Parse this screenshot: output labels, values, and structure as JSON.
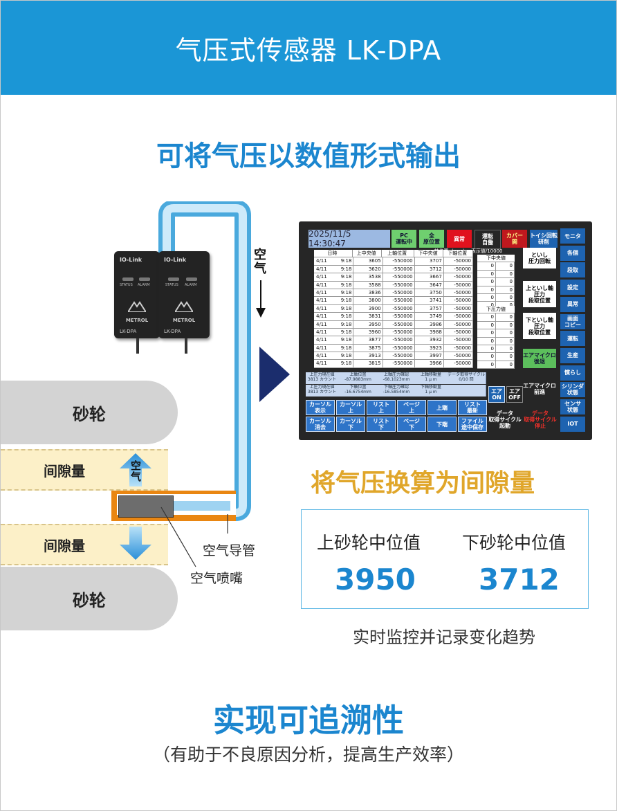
{
  "header": {
    "title": "气压式传感器 LK-DPA"
  },
  "headline_top": "可将气压以数值形式输出",
  "diagram": {
    "wheel_label": "砂轮",
    "gap_label": "间隙量",
    "air_label": "空气",
    "tube_label": "空气导管",
    "nozzle_label": "空气喷嘴",
    "sensor_brand": "IO-Link",
    "sensor_model": "LK-DPA",
    "sensor_mfr": "METROL",
    "sensor_led_status": "STATUS",
    "sensor_led_alarm": "ALARM"
  },
  "hmi": {
    "datetime": "2025/11/5 14:30:47",
    "top_buttons": [
      {
        "label": "PC\n運転中",
        "color": "#6fcf6f",
        "text": "#113"
      },
      {
        "label": "全\n原位置",
        "color": "#6fcf6f",
        "text": "#113"
      },
      {
        "label": "異常",
        "color": "#e0121e",
        "text": "#fff"
      },
      {
        "label": "運転\n自働",
        "color": "#262626",
        "text": "#fff"
      },
      {
        "label": "カバー\n開",
        "color": "#c0181e",
        "text": "#ff8"
      },
      {
        "label": "トイシ回転\n研削",
        "color": "#1e63b0",
        "text": "#fff"
      }
    ],
    "side_buttons": [
      "モニタ",
      "各個",
      "段取",
      "設定",
      "異常",
      "画面\nコピー",
      "運転",
      "生産",
      "慣らし",
      "シリンダ\n状態",
      "センサ\n状態",
      "IOT"
    ],
    "table_title": "軸位置（mm）- 表示値/10000",
    "table_headers": [
      "日時",
      "上中央値",
      "上軸位置",
      "下中央値",
      "下軸位置"
    ],
    "table_rows": [
      [
        "4/11",
        "9:18",
        "3605",
        "-550000",
        "3707",
        "-50000"
      ],
      [
        "4/11",
        "9:18",
        "3620",
        "-550000",
        "3712",
        "-50000"
      ],
      [
        "4/11",
        "9:18",
        "3538",
        "-550000",
        "3667",
        "-50000"
      ],
      [
        "4/11",
        "9:18",
        "3588",
        "-550000",
        "3647",
        "-50000"
      ],
      [
        "4/11",
        "9:18",
        "3836",
        "-550000",
        "3750",
        "-50000"
      ],
      [
        "4/11",
        "9:18",
        "3800",
        "-550000",
        "3741",
        "-50000"
      ],
      [
        "4/11",
        "9:18",
        "3900",
        "-550000",
        "3757",
        "-50000"
      ],
      [
        "4/11",
        "9:18",
        "3831",
        "-550000",
        "3749",
        "-50000"
      ],
      [
        "4/11",
        "9:18",
        "3950",
        "-550000",
        "3986",
        "-50000"
      ],
      [
        "4/11",
        "9:18",
        "3960",
        "-550000",
        "3988",
        "-50000"
      ],
      [
        "4/11",
        "9:18",
        "3877",
        "-550000",
        "3932",
        "-50000"
      ],
      [
        "4/11",
        "9:18",
        "3875",
        "-550000",
        "3923",
        "-50000"
      ],
      [
        "4/11",
        "9:18",
        "3913",
        "-550000",
        "3997",
        "-50000"
      ],
      [
        "4/11",
        "9:18",
        "3815",
        "-550000",
        "3966",
        "-50000"
      ]
    ],
    "mini_upper_title": "下中央値",
    "mini_lower_title": "下圧力値",
    "mini_upper_values": [
      "0",
      "0",
      "0",
      "0",
      "0",
      "0",
      "0",
      "0"
    ],
    "mini_lower_values": [
      "0",
      "0",
      "0",
      "0",
      "0",
      "0",
      "0"
    ],
    "mid_buttons": [
      {
        "label": "といし\n圧力回転",
        "color": "#ffffff",
        "text": "#000"
      },
      {
        "label": "上といし軸\n圧力\n段取位置",
        "color": "#ffffff",
        "text": "#000"
      },
      {
        "label": "下といし軸\n圧力\n段取位置",
        "color": "#ffffff",
        "text": "#000"
      },
      {
        "label": "エアマイクロ\n後退",
        "color": "#5cbf5c",
        "text": "#113"
      },
      {
        "label": "エアマイクロ\n前進",
        "color": "#262626",
        "text": "#fff"
      }
    ],
    "info_cells": [
      "上圧力現在値\n3813 カウント",
      "上軸位置\n-87.9883mm",
      "上軸圧力確認\n-68.1023mm",
      "上軸移動量\n1 μ m",
      "データ取得サイクル\n0/10 回",
      "上圧力現在値\n3813 カウント",
      "下軸位置\n-16.6754mm",
      "下軸圧力確認\n-16.5854mm",
      "下軸移動量\n1 μ m",
      ""
    ],
    "air_buttons": [
      "エア\nON",
      "エア\nOFF"
    ],
    "bottom_buttons": [
      "カーソル\n表示",
      "カーソル\n上",
      "リスト\n上",
      "ページ\n上",
      "上端",
      "リスト\n最新",
      "カーソル\n消去",
      "カーソル\n下",
      "リスト\n下",
      "ページ\n下",
      "下端",
      "ファイル\n途中保存"
    ],
    "data_start": "データ\n取得サイクル\n起動",
    "data_stop": "データ\n取得サイクル\n停止"
  },
  "headline_mid": "将气压换算为间隙量",
  "stats": {
    "upper_label": "上砂轮中位值",
    "upper_value": "3950",
    "lower_label": "下砂轮中位值",
    "lower_value": "3712"
  },
  "trend_caption": "实时监控并记录变化趋势",
  "headline_bottom": "实现可追溯性",
  "footnote": "（有助于不良原因分析，提高生产效率）",
  "colors": {
    "banner": "#1b96d6",
    "accent_blue": "#1b86cf",
    "accent_gold": "#e0a62a",
    "tube": "#9fd3f1",
    "nozzle_frame": "#e98612"
  }
}
